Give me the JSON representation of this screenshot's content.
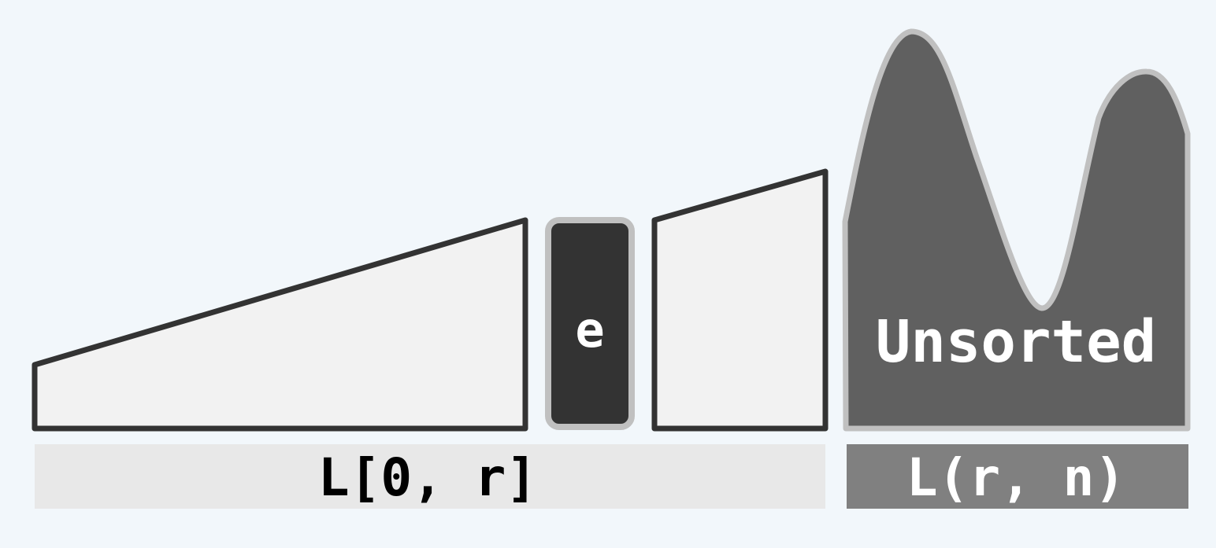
{
  "colors": {
    "background": "#f2f7fb",
    "sorted_fill": "#f2f2f2",
    "sorted_stroke": "#333333",
    "element_fill": "#333333",
    "element_stroke": "#c0c0c0",
    "unsorted_fill": "#606060",
    "unsorted_stroke": "#c0c0c0",
    "sorted_label_bg": "#e8e8e8",
    "unsorted_label_bg": "#808080"
  },
  "element": {
    "label": "e"
  },
  "unsorted": {
    "label": "Unsorted"
  },
  "labels": {
    "sorted_range": "L[0, r]",
    "unsorted_range": "L(r, n)"
  }
}
